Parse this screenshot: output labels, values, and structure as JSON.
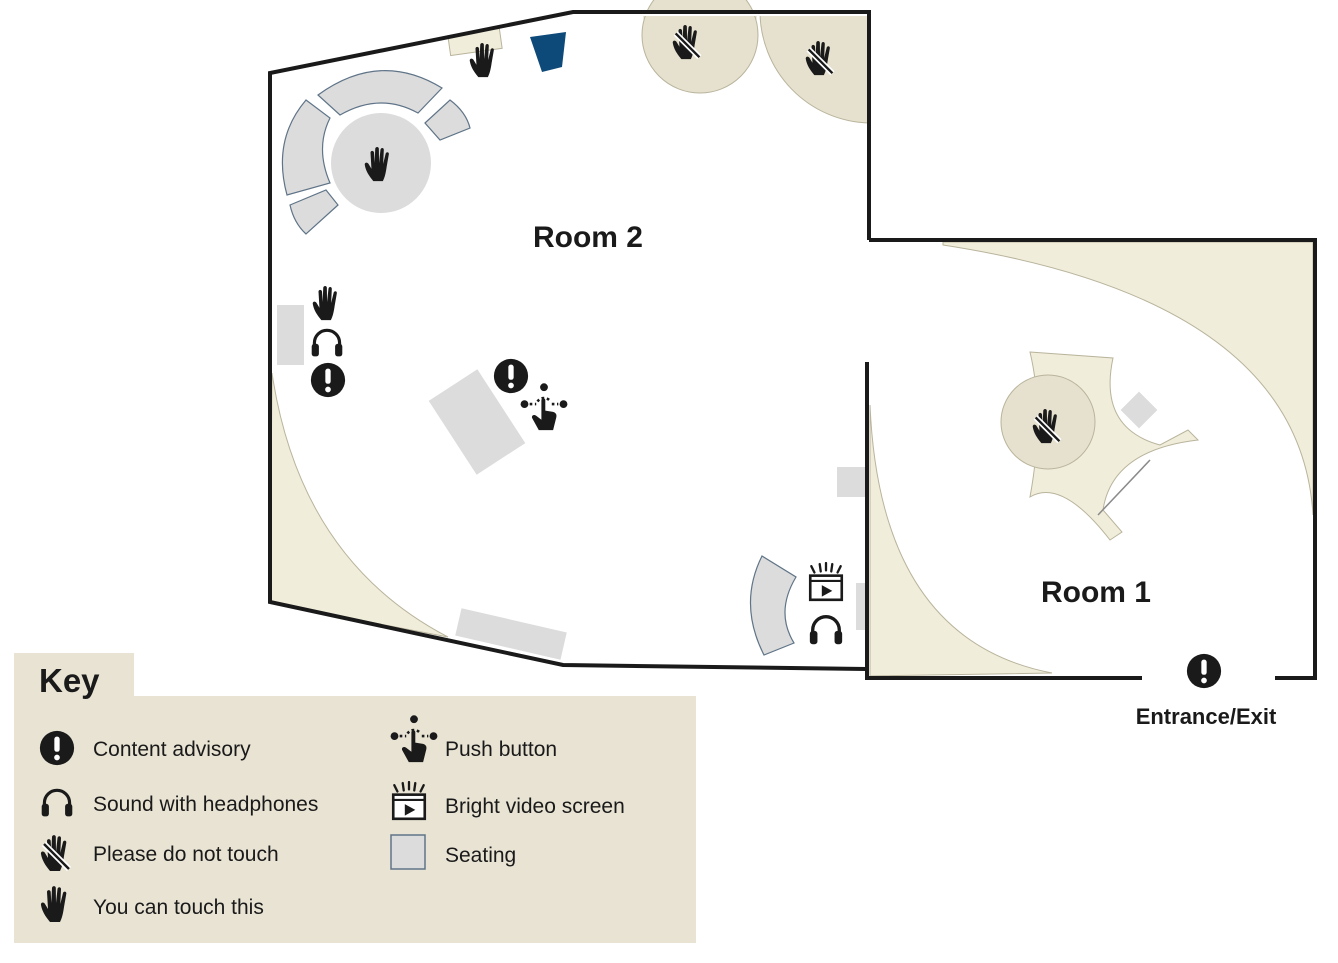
{
  "rooms": [
    {
      "id": "room-2",
      "label": "Room 2"
    },
    {
      "id": "room-1",
      "label": "Room 1"
    }
  ],
  "entrance_label": "Entrance/Exit",
  "key": {
    "title": "Key",
    "items": [
      {
        "icon": "content-advisory-icon",
        "label": "Content advisory"
      },
      {
        "icon": "headphones-icon",
        "label": "Sound with headphones"
      },
      {
        "icon": "do-not-touch-icon",
        "label": "Please do not touch"
      },
      {
        "icon": "touch-icon",
        "label": "You can touch this"
      },
      {
        "icon": "push-button-icon",
        "label": "Push button"
      },
      {
        "icon": "bright-video-screen-icon",
        "label": "Bright video screen"
      },
      {
        "icon": "seating-icon",
        "label": "Seating"
      }
    ]
  },
  "colors": {
    "wall": "#1a1a1a",
    "display_cream": "#f1eddb",
    "seating_grey": "#dcdcdc",
    "circle_tan": "#e6e1ce",
    "key_background": "#e8e3d3",
    "accent_blue": "#0d4a7a"
  }
}
